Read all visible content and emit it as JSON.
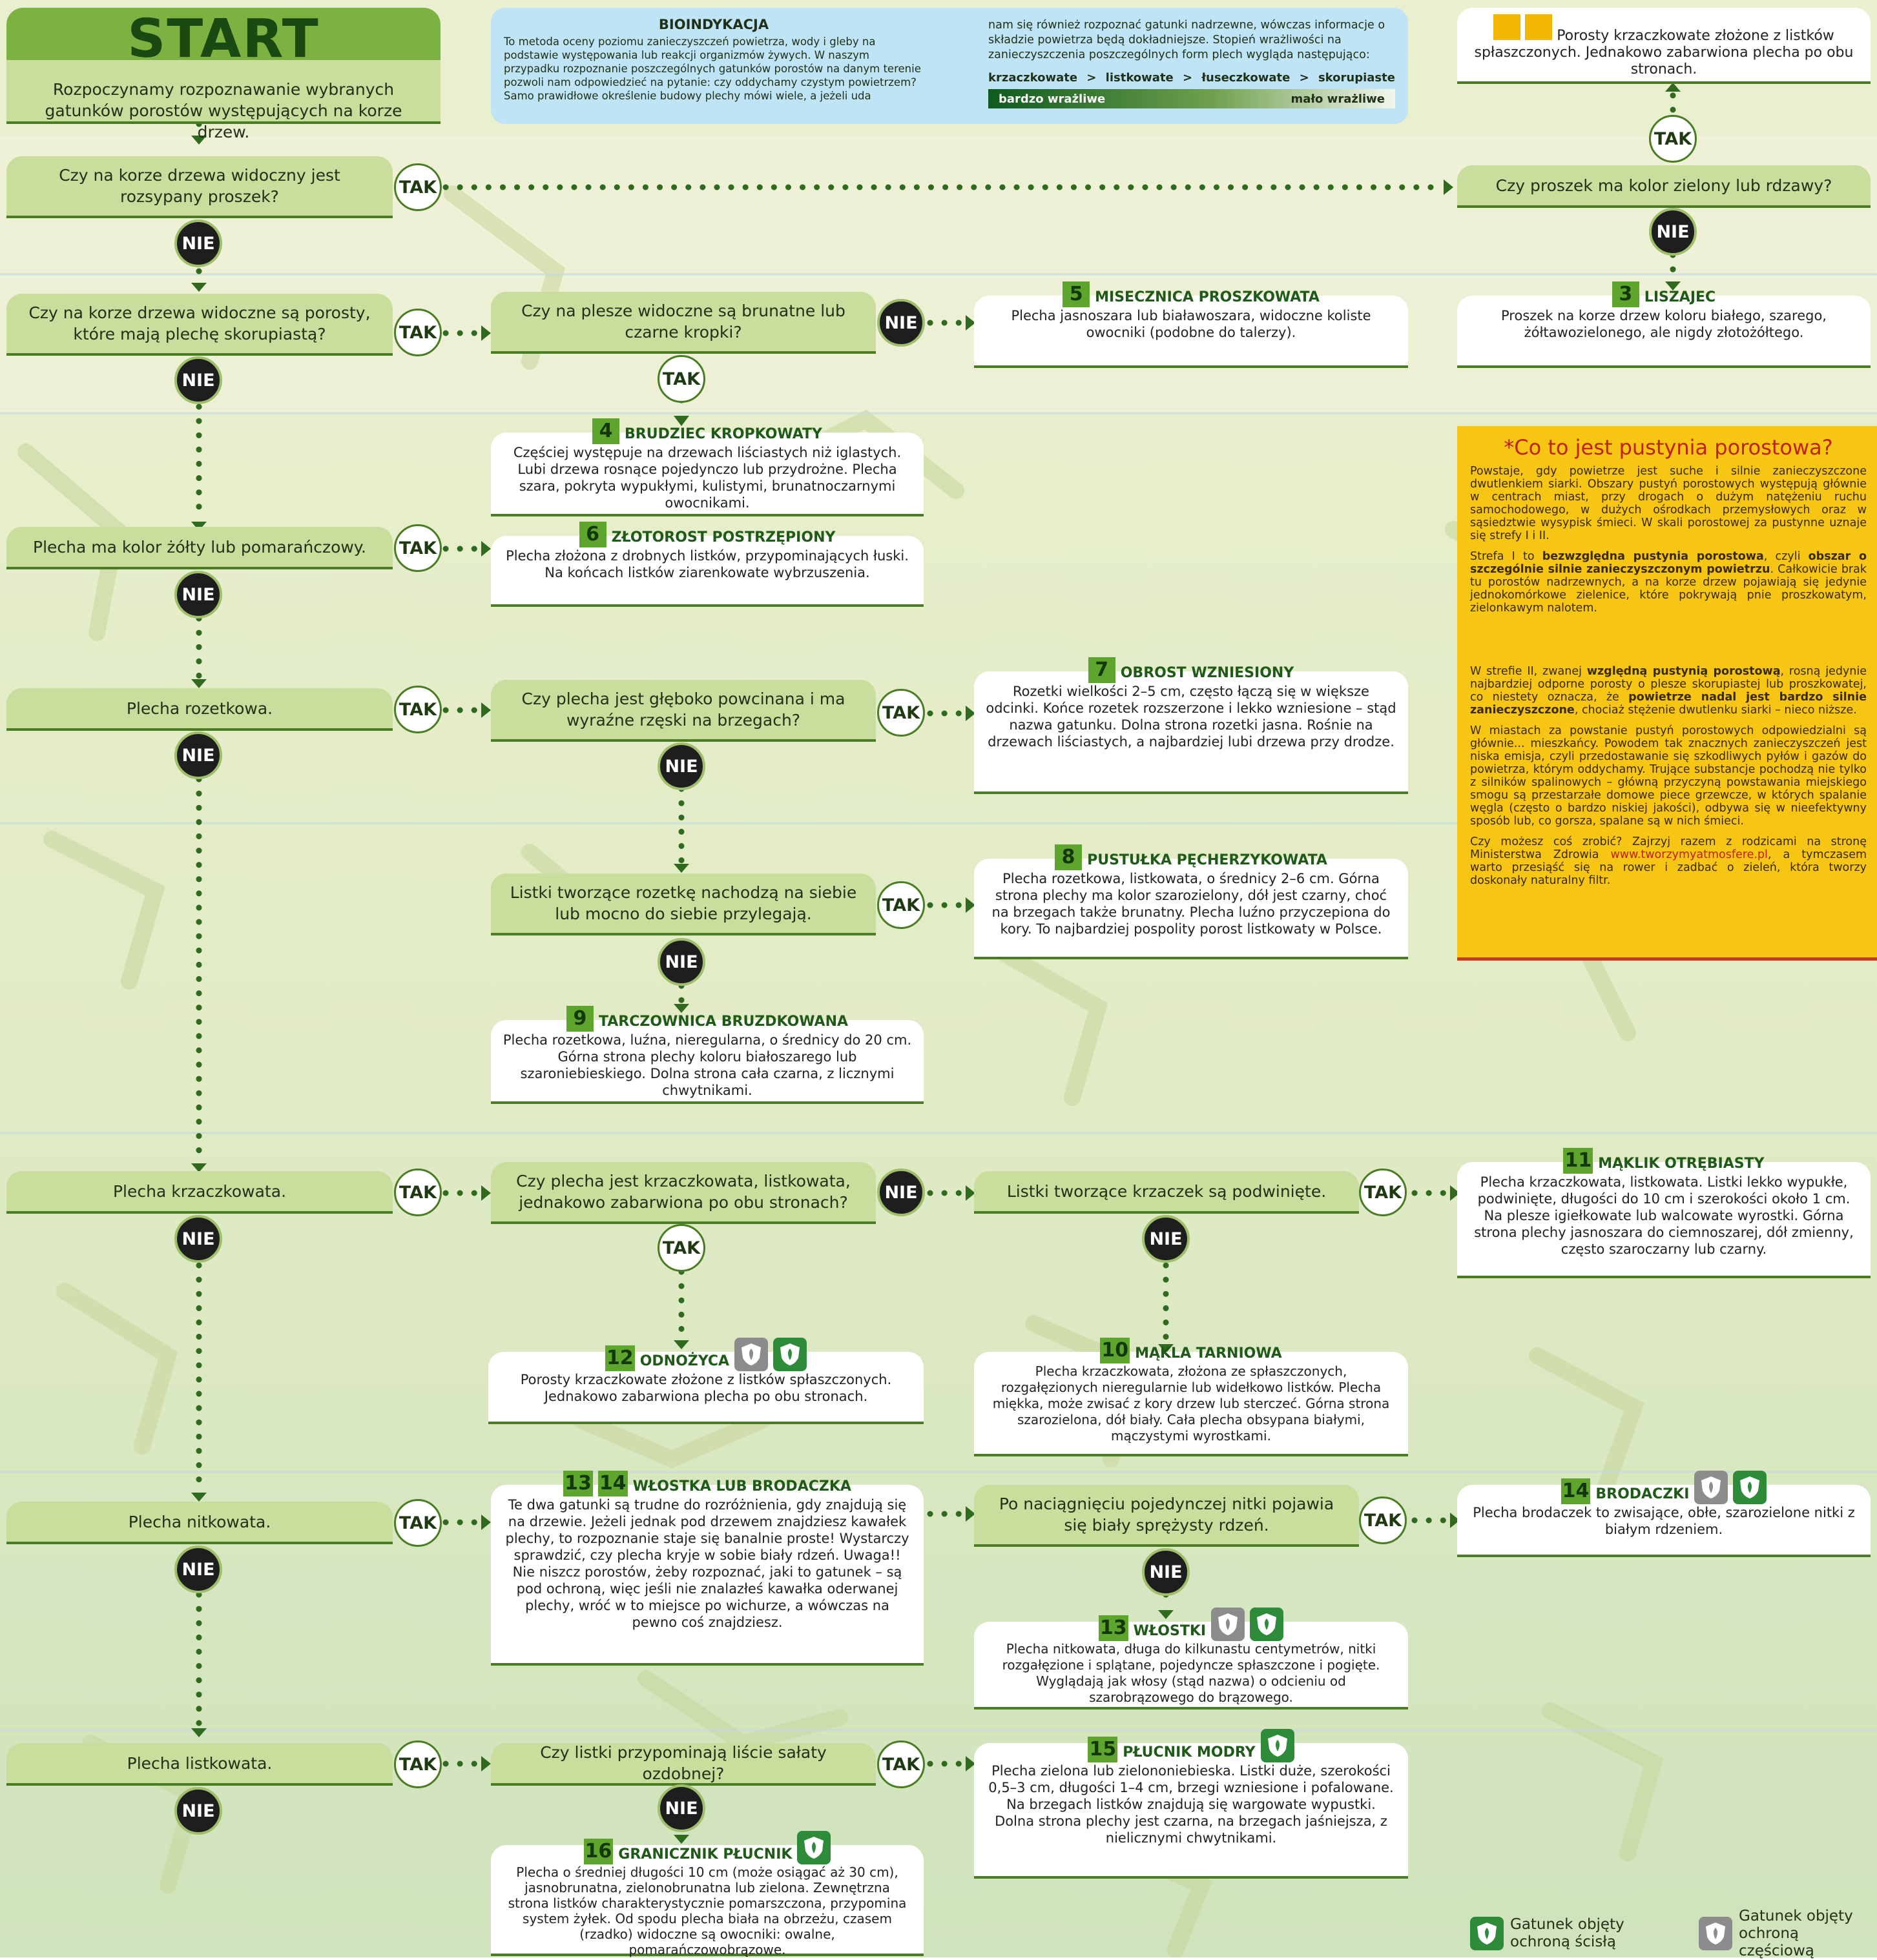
{
  "start": {
    "title": "START",
    "desc": "Rozpoczynamy rozpoznawanie wybranych gatunków porostów występujących na korze drzew."
  },
  "info": {
    "title": "BIOINDYKACJA",
    "left_text": "To metoda oceny poziomu zanieczyszczeń powietrza, wody i gleby na podstawie występowania lub reakcji organizmów żywych. W naszym przypadku rozpoznanie poszczególnych gatunków porostów na danym terenie pozwoli nam odpowiedzieć na pytanie: czy oddychamy czystym powietrzem? Samo prawidłowe określenie budowy plechy mówi wiele, a jeżeli uda",
    "right_text": "nam się również rozpoznać gatunki nadrzewne, wówczas informacje o składzie powietrza będą dokładniejsze. Stopień wrażliwości na zanieczyszczenia poszczególnych form plech wygląda następująco:",
    "scale_items": [
      "krzaczkowate",
      ">",
      "listkowate",
      ">",
      "łuseczkowate",
      ">",
      "skorupiaste"
    ],
    "bar_left": "bardzo wrażliwe",
    "bar_right": "mało wrażliwe"
  },
  "labels": {
    "tak": "TAK",
    "nie": "NIE"
  },
  "questions": {
    "q1": "Czy na korze drzewa widoczny jest rozsypany proszek?",
    "q2": "Czy na korze drzewa widoczne są porosty, które mają plechę skorupiastą?",
    "q3": "Plecha ma kolor żółty lub pomarańczowy.",
    "q4": "Plecha rozetkowa.",
    "q5": "Plecha krzaczkowata.",
    "q6": "Plecha nitkowata.",
    "q7": "Plecha listkowata.",
    "q_powder": "Czy proszek ma kolor zielony lub rdzawy?",
    "q_dots": "Czy na plesze widoczne są brunatne lub czarne kropki?",
    "q_deep": "Czy plecha jest głęboko powcinana i ma wyraźne rzęski na brzegach?",
    "q_overlap": "Listki tworzące rozetkę nachodzą na siebie lub mocno do siebie przylegają.",
    "q_bushy": "Czy plecha jest krzaczkowata, listkowata, jednakowo zabarwiona po obu stronach?",
    "q_curled": "Listki tworzące krzaczek są podwinięte.",
    "q_core": "Po naciągnięciu pojedynczej nitki pojawia się biały sprężysty rdzeń.",
    "q_lettuce": "Czy listki przypominają liście sałaty ozdobnej?"
  },
  "results": {
    "r12": {
      "num": "12",
      "name": "ODNOŻYCA",
      "text": "Porosty krzaczkowate złożone z listków spłaszczonych. Jednakowo zabarwiona plecha po obu stronach."
    },
    "r3": {
      "num": "3",
      "name": "LISZAJEC",
      "text": "Proszek na korze drzew koloru białego, szarego, żółtawozielonego, ale nigdy złotożółtego."
    },
    "r4": {
      "num": "4",
      "name": "BRUDZIEC KROPKOWATY",
      "text": "Częściej występuje na drzewach liściastych niż iglastych. Lubi drzewa rosnące pojedynczo lub przydrożne. Plecha szara, pokryta wypukłymi, kulistymi, brunatnoczarnymi owocnikami."
    },
    "r5": {
      "num": "5",
      "name": "MISECZNICA PROSZKOWATA",
      "text": "Plecha jasnoszara lub białawoszara, widoczne koliste owocniki (podobne do talerzy)."
    },
    "r6": {
      "num": "6",
      "name": "ZŁOTOROST POSTRZĘPIONY",
      "text": "Plecha złożona z drobnych listków, przypominających łuski. Na końcach listków ziarenkowate wybrzuszenia."
    },
    "r7": {
      "num": "7",
      "name": "OBROST WZNIESIONY",
      "text": "Rozetki wielkości 2–5 cm, często łączą się w większe odcinki. Końce rozetek rozszerzone i lekko wzniesione – stąd nazwa gatunku. Dolna strona rozetki jasna. Rośnie na drzewach liściastych, a najbardziej lubi drzewa przy drodze."
    },
    "r8": {
      "num": "8",
      "name": "PUSTUŁKA PĘCHERZYKOWATA",
      "text": "Plecha rozetkowa, listkowata, o średnicy 2–6 cm. Górna strona plechy ma kolor szarozielony, dół jest czarny, choć na brzegach także brunatny. Plecha luźno przyczepiona do kory. To najbardziej pospolity porost listkowaty w Polsce."
    },
    "r9": {
      "num": "9",
      "name": "TARCZOWNICA BRUZDKOWANA",
      "text": "Plecha rozetkowa, luźna, nieregularna, o średnicy do 20 cm. Górna strona plechy koloru białoszarego lub szaroniebieskiego. Dolna strona cała czarna, z licznymi chwytnikami."
    },
    "r10": {
      "num": "10",
      "name": "MĄKLA TARNIOWA",
      "text": "Plecha krzaczkowata, złożona ze spłaszczonych, rozgałęzionych nieregularnie lub widełkowo listków. Plecha miękka, może zwisać z kory drzew lub sterczeć. Górna strona szarozielona, dół biały. Cała plecha obsypana białymi, mączystymi wyrostkami."
    },
    "r11": {
      "num": "11",
      "name": "MĄKLIK OTRĘBIASTY",
      "text": "Plecha krzaczkowata, listkowata. Listki lekko wypukłe, podwinięte, długości do 10 cm i szerokości około 1 cm. Na plesze igiełkowate lub walcowate wyrostki. Górna strona plechy jasnoszara do ciemnoszarej, dół zmienny, często szaroczarny lub czarny."
    },
    "r1314": {
      "n1": "13",
      "n2": "14",
      "name": "WŁOSTKA LUB BRODACZKA",
      "text": "Te dwa gatunki są trudne do rozróżnienia, gdy znajdują się na drzewie. Jeżeli jednak pod drzewem znajdziesz kawałek plechy, to rozpoznanie staje się banalnie proste! Wystarczy sprawdzić, czy plecha kryje w sobie biały rdzeń. Uwaga!! Nie niszcz porostów, żeby rozpoznać, jaki to gatunek – są pod ochroną, więc jeśli nie znalazłeś kawałka oderwanej plechy, wróć w to miejsce po wichurze, a wówczas na pewno coś znajdziesz."
    },
    "r13": {
      "num": "13",
      "name": "WŁOSTKI",
      "text": "Plecha nitkowata, długa do kilkunastu centymetrów, nitki rozgałęzione i splątane, pojedyncze spłaszczone i pogięte. Wyglądają jak włosy (stąd nazwa) o odcieniu od szarobrązowego do brązowego."
    },
    "r14": {
      "num": "14",
      "name": "BRODACZKI",
      "text": "Plecha brodaczek to zwisające, obłe, szarozielone nitki z białym rdzeniem."
    },
    "r15": {
      "num": "15",
      "name": "PŁUCNIK MODRY",
      "text": "Plecha zielona lub zielononiebieska. Listki duże, szerokości 0,5–3 cm, długości 1–4 cm, brzegi wzniesione i pofalowane. Na brzegach listków znajdują się wargowate wypustki. Dolna strona plechy jest czarna, na brzegach jaśniejsza, z nielicznymi chwytnikami."
    },
    "r16": {
      "num": "16",
      "name": "GRANICZNIK PŁUCNIK",
      "text": "Plecha o średniej długości 10 cm (może osiągać aż 30 cm), jasnobrunatna, zielonobrunatna lub zielona. Zewnętrzna strona listków charakterystycznie pomarszczona, przypomina system żyłek. Od spodu plecha biała na obrzeżu, czasem (rzadko) widoczne są owocniki: owalne, pomarańczowobrązowe."
    }
  },
  "desert": {
    "title": "*Co to jest pustynia porostowa?",
    "p1": "Powstaje, gdy powietrze jest suche i silnie zanieczyszczone dwutlenkiem siarki. Obszary pustyń porostowych występują głównie w centrach miast, przy drogach o dużym natężeniu ruchu samochodowego, w dużych ośrodkach przemysłowych oraz w sąsiedztwie wysypisk śmieci. W skali porostowej za pustynne uznaje się strefy I i II.",
    "p2a": "Strefa I to ",
    "p2b": "bezwzględna pustynia porostowa",
    "p2c": ", czyli ",
    "p2d": "obszar o szczególnie silnie zanieczyszczonym powietrzu",
    "p2e": ". Całkowicie brak tu porostów nadrzewnych, a na korze drzew pojawiają się jedynie jednokomórkowe zielenice, które pokrywają pnie proszkowatym, zielonkawym nalotem.",
    "p3a": "W strefie II, zwanej ",
    "p3b": "względną pustynią porostową",
    "p3c": ", rosną jedynie najbardziej odporne porosty o plesze skorupiastej lub proszkowatej, co niestety oznacza, że ",
    "p3d": "powietrze nadal jest bardzo silnie zanieczyszczone",
    "p3e": ", chociaż stężenie dwutlenku siarki – nieco niższe.",
    "p4": "W miastach za powstanie pustyń porostowych odpowiedzialni są głównie... mieszkańcy. Powodem tak znacznych zanieczyszczeń jest niska emisja, czyli przedostawanie się szkodliwych pyłów i gazów do powietrza, którym oddychamy. Trujące substancje pochodzą nie tylko z silników spalinowych – główną przyczyną powstawania miejskiego smogu są przestarzałe domowe piece grzewcze, w których spalanie węgla (często o bardzo niskiej jakości), odbywa się w nieefektywny sposób lub, co gorsza, spalane są w nich śmieci.",
    "p5a": "Czy możesz coś zrobić? Zajrzyj razem z rodzicami na stronę Ministerstwa Zdrowia ",
    "p5b": "www.tworzymyatmosfere.pl",
    "p5c": ", a tymczasem warto przesiąść się na rower i zadbać o zieleń, która tworzy doskonały naturalny filtr."
  },
  "legend": {
    "strict": "Gatunek objęty ochroną ścisłą",
    "partial": "Gatunek objęty ochroną częściową"
  },
  "colors": {
    "accent_green": "#4a7d23",
    "question_bg": "#c9dd9c",
    "info_bg": "#bfe4f5",
    "desert_bg": "#f7c514",
    "protect_strict": "#2e8b3a",
    "protect_partial": "#8c8c8c"
  }
}
